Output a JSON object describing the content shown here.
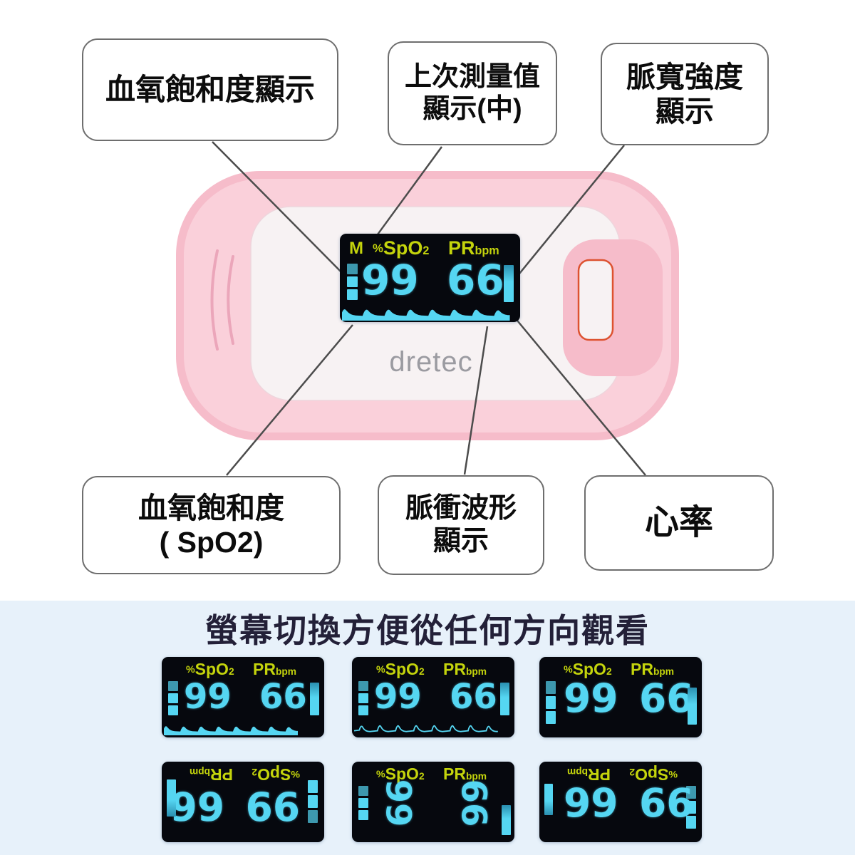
{
  "top_section": {
    "callouts": {
      "top_left": {
        "lines": [
          "血氧飽和度顯示"
        ]
      },
      "top_middle": {
        "lines": [
          "上次測量值",
          "顯示(中)"
        ]
      },
      "top_right": {
        "lines": [
          "脈寬強度",
          "顯示"
        ]
      },
      "bottom_left": {
        "lines": [
          "血氧飽和度",
          "( SpO2)"
        ]
      },
      "bottom_middle": {
        "lines": [
          "脈衝波形",
          "顯示"
        ]
      },
      "bottom_right": {
        "lines": [
          "心率"
        ]
      }
    },
    "device": {
      "brand": "dretec"
    }
  },
  "display_values": {
    "memory": "M",
    "percent": "%",
    "spo2": "SpO",
    "sub2": "2",
    "pr": "PR",
    "bpm": "bpm",
    "spo2_value": "99",
    "pr_value": "66"
  },
  "bottom_section": {
    "title": "螢幕切換方便從任何方向觀看"
  },
  "colors": {
    "device_pink": "#f6bcca",
    "device_pink_light": "#fad0da",
    "device_pink_line": "#eba6ba",
    "panel_white": "#f7f2f3",
    "button_outline": "#dd5230",
    "display_bg": "#06080e",
    "display_cyan": "#55d6f2",
    "display_yellow": "#c4d40c",
    "section_bg": "#e7f1fa",
    "title_color": "#232038",
    "line_color": "#4c4c4c",
    "logo_gray": "#9b9ba1",
    "box_border": "#6e6e6e"
  }
}
